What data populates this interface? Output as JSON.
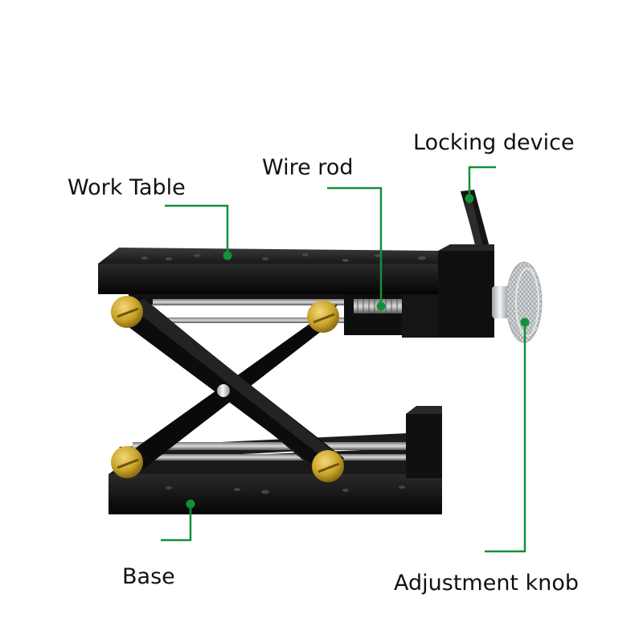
{
  "labels": {
    "work_table": "Work Table",
    "wire_rod": "Wire rod",
    "locking_device": "Locking device",
    "adjustment_knob": "Adjustment knob",
    "base": "Base"
  },
  "colors": {
    "leader_line": "#12913a",
    "anodized_black": "#0b0b0b",
    "brass_screw": "#c9a227",
    "silver_metal": "#cfd3d6"
  }
}
